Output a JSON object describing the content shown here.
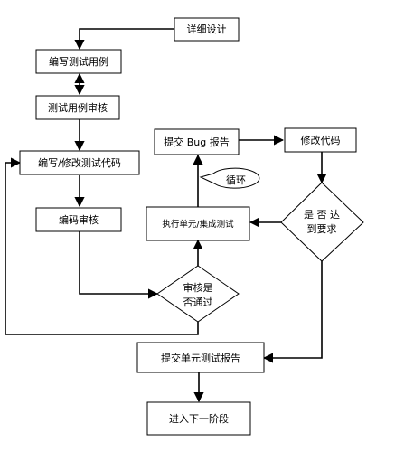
{
  "nodes": {
    "detail_design": "详细设计",
    "write_test_cases": "编写测试用例",
    "review_test_cases": "测试用例审核",
    "write_modify_code": "编写/修改测试代码",
    "code_review": "编码审核",
    "review_passed_line1": "审核是",
    "review_passed_line2": "否通过",
    "execute_tests": "执行单元/集成测试",
    "submit_bug_report": "提交 Bug 报告",
    "modify_code": "修改代码",
    "meets_requirements_line1": "是 否 达",
    "meets_requirements_line2": "到要求",
    "loop_callout": "循环",
    "submit_unit_test_report": "提交单元测试报告",
    "next_stage": "进入下一阶段"
  }
}
